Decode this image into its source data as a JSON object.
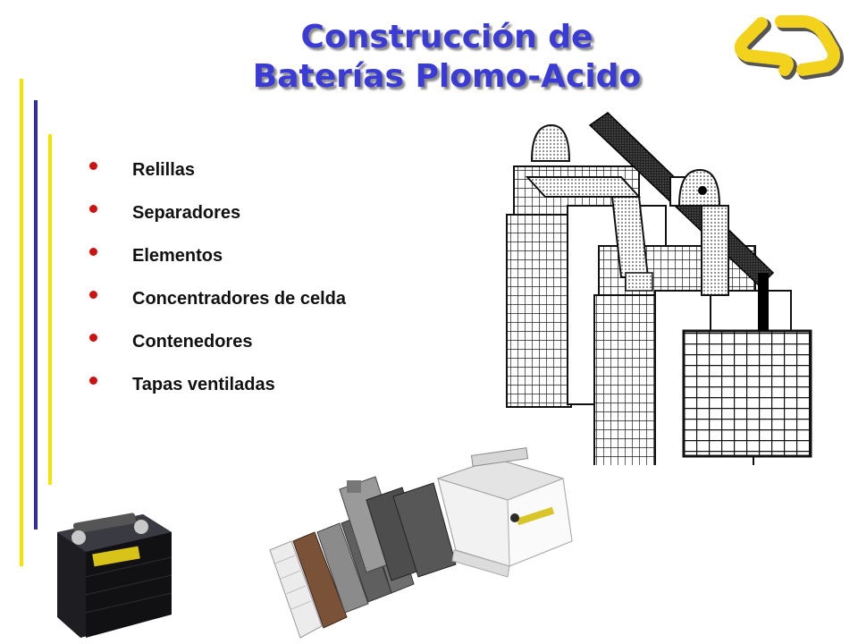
{
  "slide": {
    "title_line1": "Construcción de",
    "title_line2": "Baterías Plomo-Acido",
    "bullets": [
      "Relillas",
      "Separadores",
      "Elementos",
      "Concentradores de celda",
      "Contenedores",
      "Tapas ventiladas"
    ]
  },
  "colors": {
    "title": "#3a3bd6",
    "bullet": "#cc1111",
    "accent_yellow": "#f4e400",
    "accent_blue": "#2e2e9e"
  },
  "images": {
    "logo": "logo-icon",
    "diagram": "battery-cutaway-diagram",
    "battery_photo": "battery-photo",
    "components_photo": "battery-components-photo"
  }
}
